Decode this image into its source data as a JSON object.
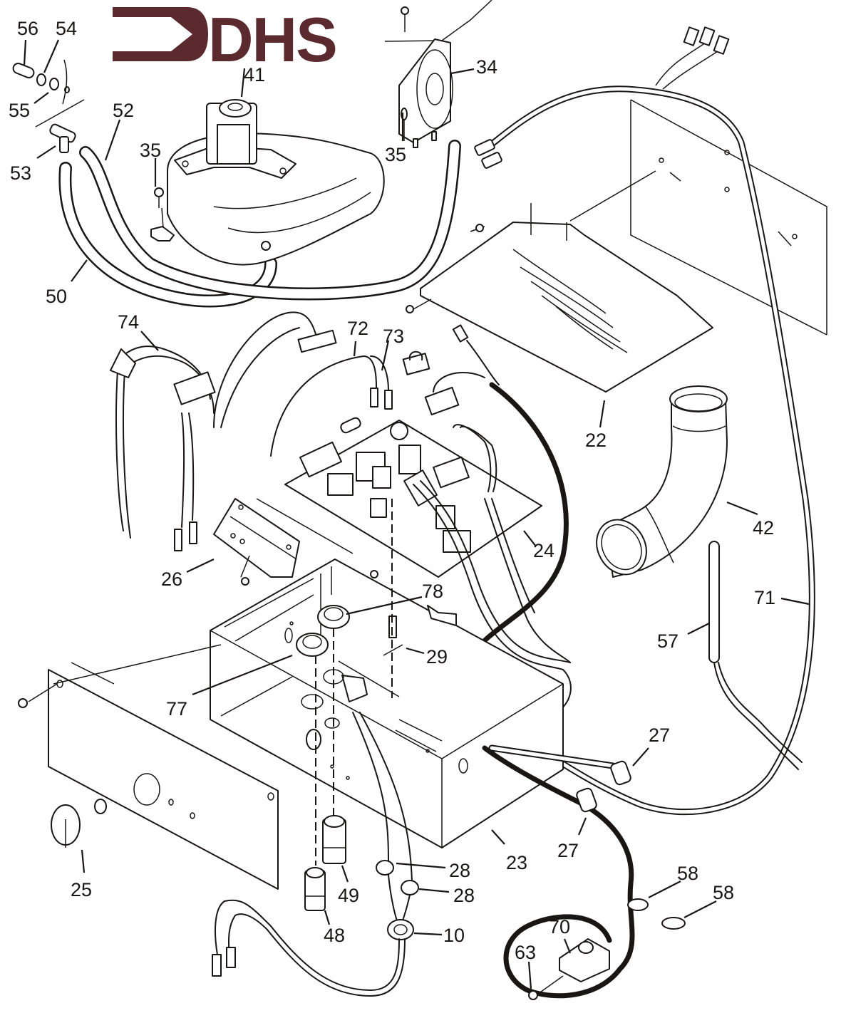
{
  "logo": {
    "text": "DHS",
    "color": "#5a2a2e"
  },
  "diagram": {
    "type": "exploded parts diagram",
    "line_color": "#1a1616",
    "background": "#ffffff",
    "callouts": [
      {
        "id": "56",
        "part": "tube-cap"
      },
      {
        "id": "54",
        "part": "washer"
      },
      {
        "id": "55",
        "part": "washer"
      },
      {
        "id": "53",
        "part": "tee-fitting"
      },
      {
        "id": "52",
        "part": "hose"
      },
      {
        "id": "50",
        "part": "hose"
      },
      {
        "id": "41",
        "part": "combustion-blower"
      },
      {
        "id": "35",
        "part": "screw"
      },
      {
        "id": "35b",
        "label": "35",
        "part": "screw"
      },
      {
        "id": "34",
        "part": "pressure-switch"
      },
      {
        "id": "74",
        "part": "wire-harness"
      },
      {
        "id": "72",
        "part": "wire"
      },
      {
        "id": "73",
        "part": "wire"
      },
      {
        "id": "22",
        "part": "cover-plate"
      },
      {
        "id": "24",
        "part": "control-board"
      },
      {
        "id": "42",
        "part": "elbow"
      },
      {
        "id": "26",
        "part": "bracket"
      },
      {
        "id": "78",
        "part": "lock-nut"
      },
      {
        "id": "29",
        "part": "igniter"
      },
      {
        "id": "57",
        "part": "sensor-probe"
      },
      {
        "id": "71",
        "part": "wire-harness"
      },
      {
        "id": "77",
        "part": "lock-nut"
      },
      {
        "id": "27",
        "part": "grommet"
      },
      {
        "id": "27b",
        "label": "27",
        "part": "grommet"
      },
      {
        "id": "23",
        "part": "control-box"
      },
      {
        "id": "28",
        "part": "grommet"
      },
      {
        "id": "28b",
        "label": "28",
        "part": "grommet"
      },
      {
        "id": "49",
        "part": "fitting"
      },
      {
        "id": "48",
        "part": "fitting"
      },
      {
        "id": "25",
        "part": "knob"
      },
      {
        "id": "10",
        "part": "grommet"
      },
      {
        "id": "58",
        "part": "cable-clip"
      },
      {
        "id": "58b",
        "label": "58",
        "part": "cable-clip"
      },
      {
        "id": "70",
        "part": "connector-plug"
      },
      {
        "id": "63",
        "part": "screw"
      }
    ]
  },
  "labels": {
    "l56": "56",
    "l54": "54",
    "l55": "55",
    "l53": "53",
    "l52": "52",
    "l50": "50",
    "l41": "41",
    "l35a": "35",
    "l35b": "35",
    "l34": "34",
    "l74": "74",
    "l72": "72",
    "l73": "73",
    "l22": "22",
    "l24": "24",
    "l42": "42",
    "l26": "26",
    "l78": "78",
    "l29": "29",
    "l57": "57",
    "l71": "71",
    "l77": "77",
    "l27a": "27",
    "l27b": "27",
    "l23": "23",
    "l28a": "28",
    "l28b": "28",
    "l49": "49",
    "l48": "48",
    "l25": "25",
    "l10": "10",
    "l58a": "58",
    "l58b": "58",
    "l70": "70",
    "l63": "63"
  }
}
